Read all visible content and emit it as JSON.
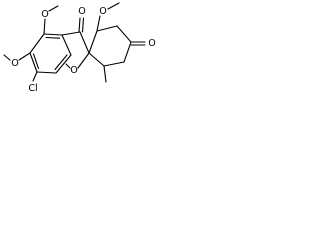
{
  "molecule": {
    "atom_labels": {
      "o_methoxy_top": "O",
      "o_methoxy_left": "O",
      "cl": "Cl",
      "o_furan": "O",
      "o_ketone_c3": "O",
      "o_methoxy_cyclohex": "O",
      "o_ketone_cyclohex": "O"
    }
  }
}
